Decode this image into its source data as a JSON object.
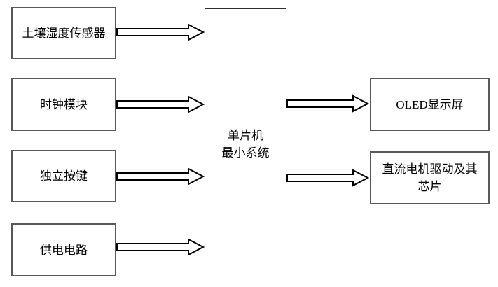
{
  "diagram": {
    "blocks": {
      "left": [
        {
          "label": "土壤湿度传感器"
        },
        {
          "label": "时钟模块"
        },
        {
          "label": "独立按键"
        },
        {
          "label": "供电电路"
        }
      ],
      "center": {
        "lines": [
          "单片机",
          "最小系统"
        ]
      },
      "right": [
        {
          "lines": [
            "OLED显示屏"
          ]
        },
        {
          "lines": [
            "直流电机驱动及其",
            "芯片"
          ]
        }
      ]
    },
    "connections": [
      {
        "from": "土壤湿度传感器",
        "to": "单片机最小系统",
        "direction": "right"
      },
      {
        "from": "时钟模块",
        "to": "单片机最小系统",
        "direction": "right"
      },
      {
        "from": "独立按键",
        "to": "单片机最小系统",
        "direction": "right"
      },
      {
        "from": "供电电路",
        "to": "单片机最小系统",
        "direction": "right"
      },
      {
        "from": "单片机最小系统",
        "to": "OLED显示屏",
        "direction": "right"
      },
      {
        "from": "单片机最小系统",
        "to": "直流电机驱动及其芯片",
        "direction": "right"
      }
    ],
    "colors": {
      "background": "#ffffff",
      "box_border": "#595959",
      "center_box_border": "#2e2e2e",
      "arrow_outline": "#000000",
      "text": "#000000"
    }
  }
}
